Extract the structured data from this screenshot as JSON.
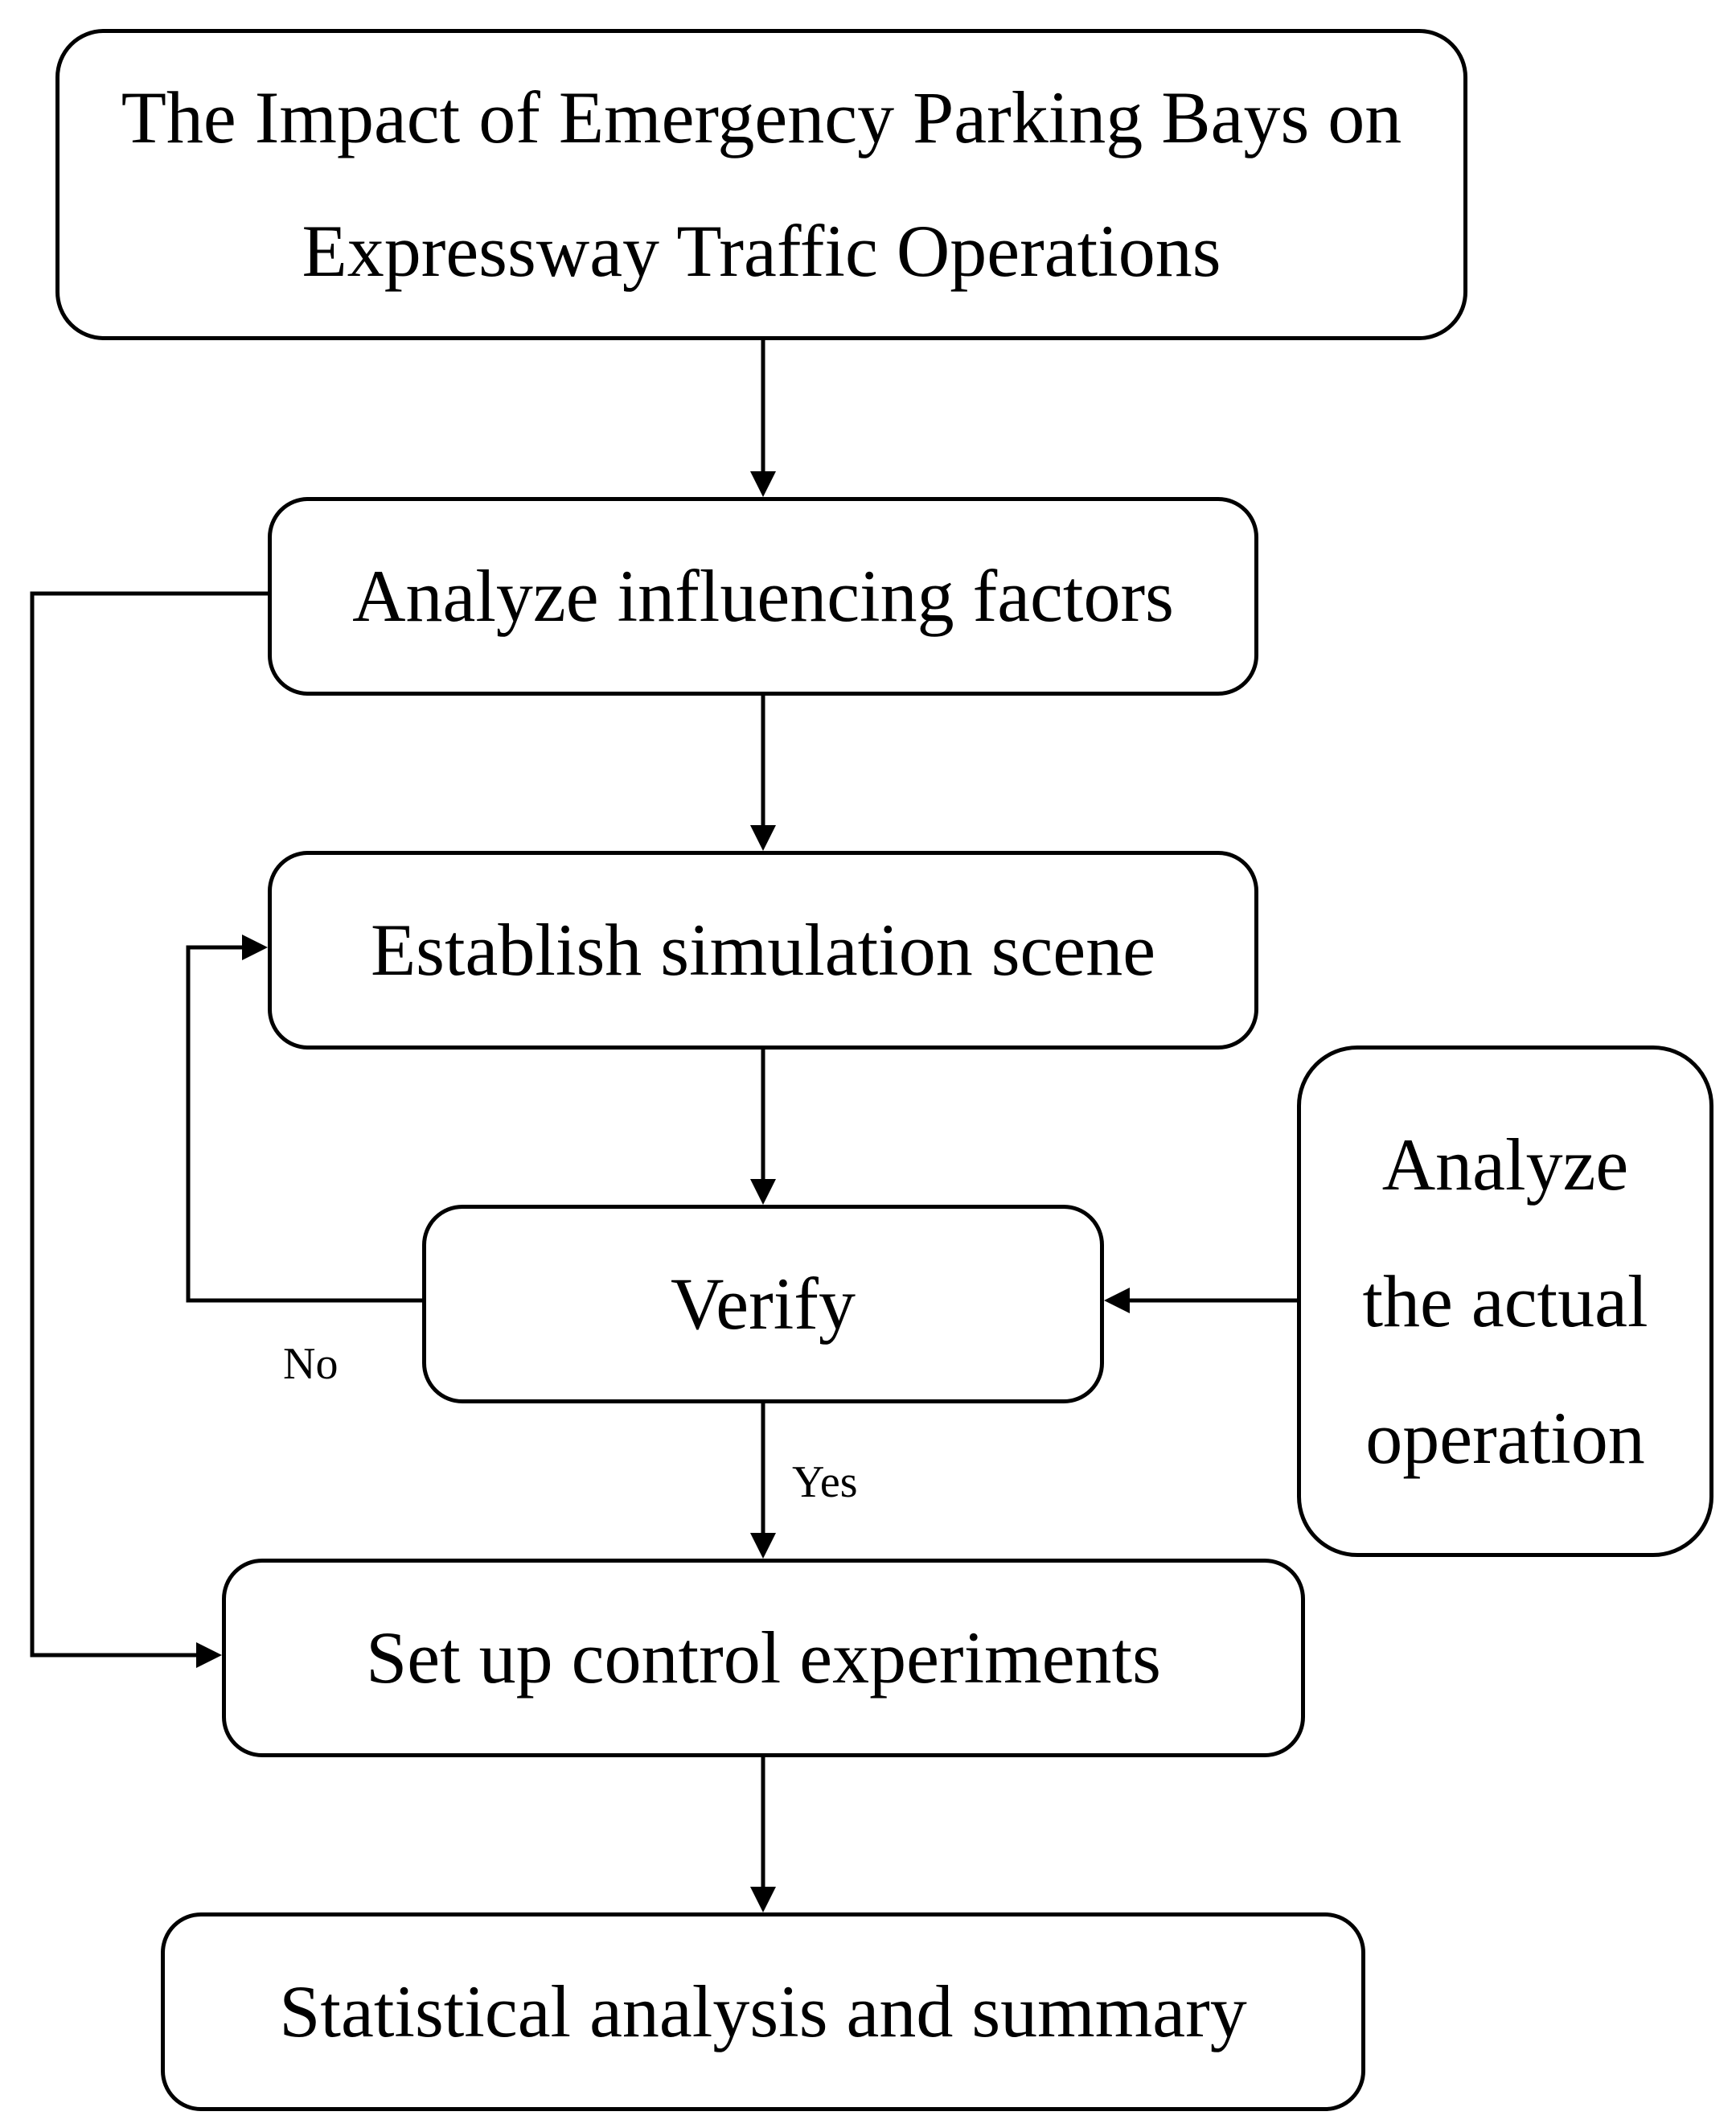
{
  "diagram": {
    "nodes": {
      "title": "The Impact of Emergency Parking Bays on Expressway Traffic Operations",
      "analyze_factors": "Analyze influencing factors",
      "establish_scene": "Establish simulation scene",
      "verify": "Verify",
      "actual_operation": "Analyze the actual operation",
      "control_experiments": "Set up control experiments",
      "summary": "Statistical analysis and summary"
    },
    "edge_labels": {
      "no": "No",
      "yes": "Yes"
    },
    "edges": [
      {
        "from": "title",
        "to": "analyze_factors"
      },
      {
        "from": "analyze_factors",
        "to": "establish_scene"
      },
      {
        "from": "analyze_factors",
        "to": "control_experiments"
      },
      {
        "from": "establish_scene",
        "to": "verify"
      },
      {
        "from": "verify",
        "to": "establish_scene",
        "label": "No"
      },
      {
        "from": "verify",
        "to": "control_experiments",
        "label": "Yes"
      },
      {
        "from": "actual_operation",
        "to": "verify"
      },
      {
        "from": "control_experiments",
        "to": "summary"
      }
    ]
  }
}
